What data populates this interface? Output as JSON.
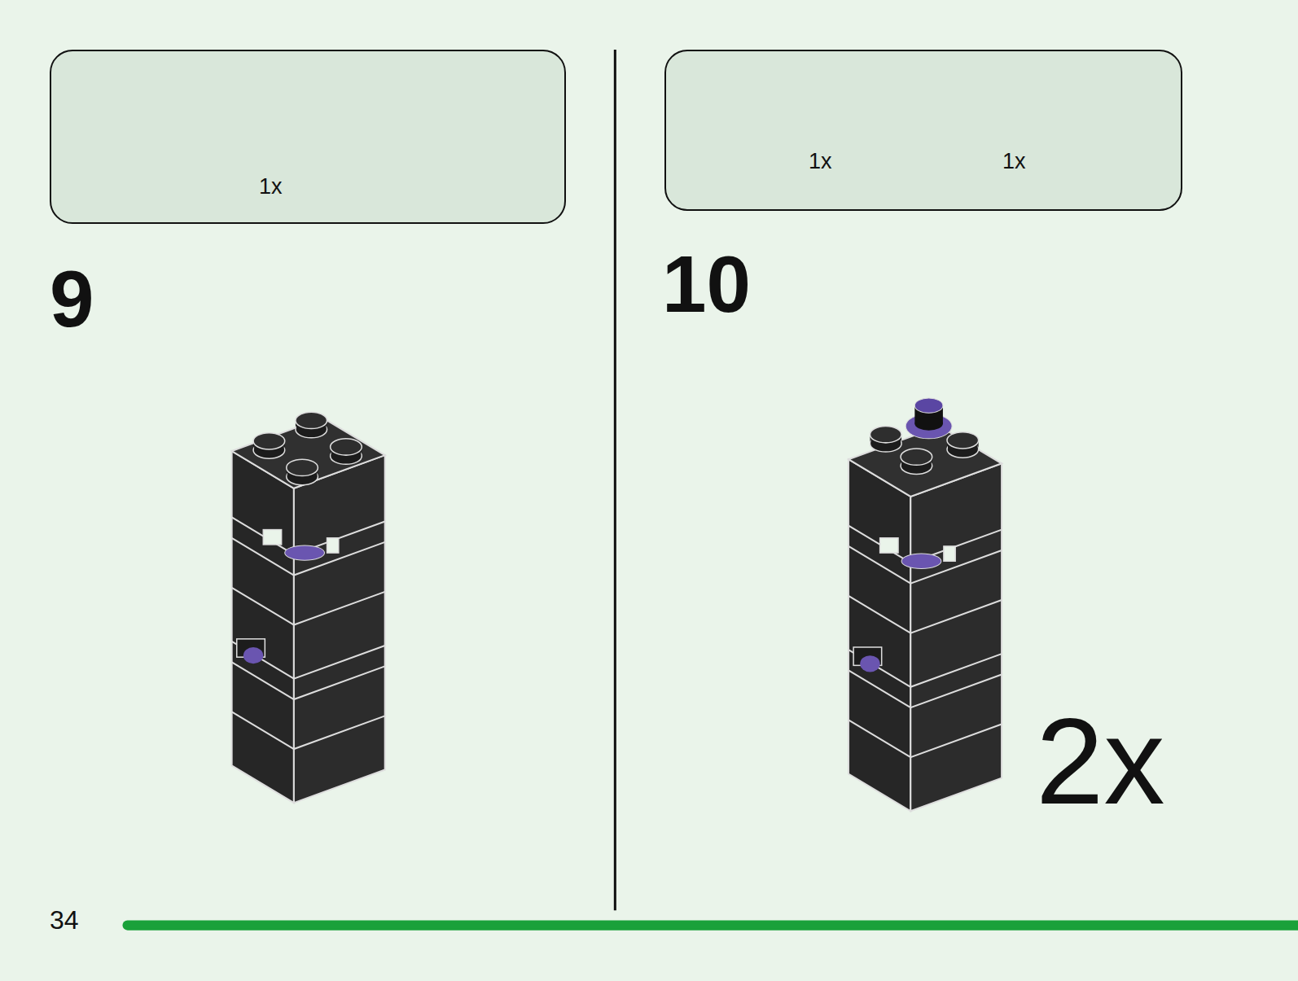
{
  "diagram": {
    "nodes": [
      {
        "text": [
          "1x"
        ]
      },
      {
        "text": [
          "1x",
          "1x"
        ]
      }
    ],
    "labels": [
      "9",
      "10",
      "2x",
      "34"
    ]
  }
}
